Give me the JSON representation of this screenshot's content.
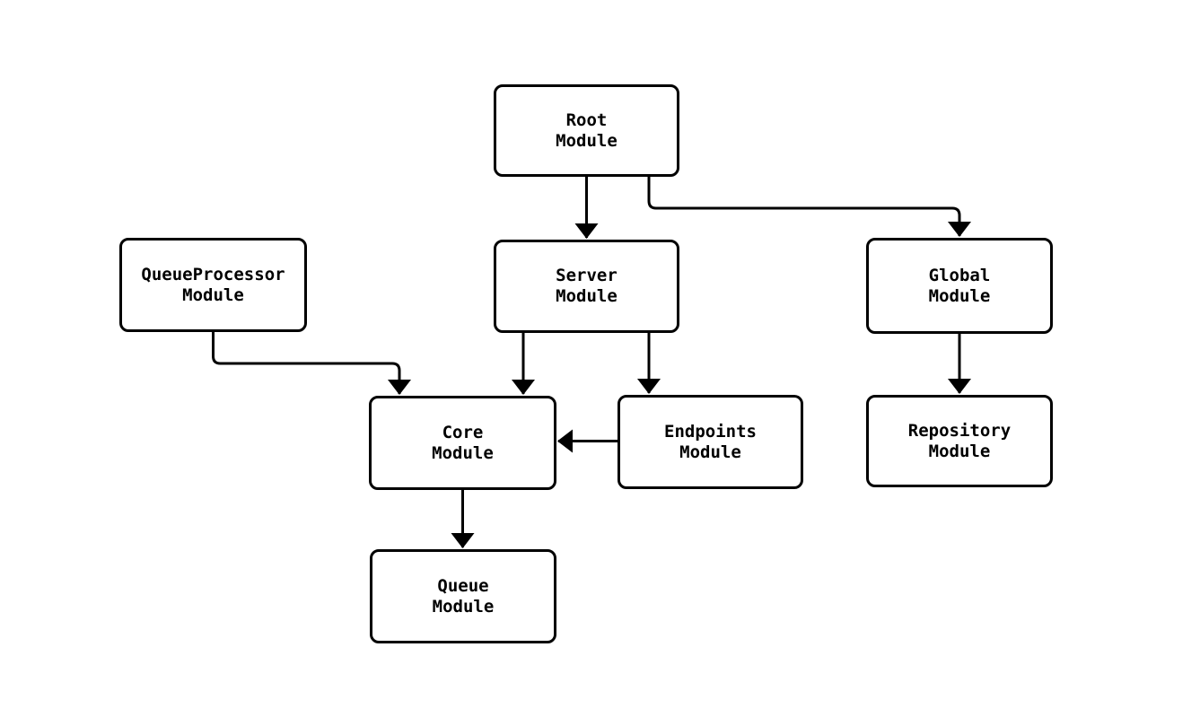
{
  "diagram": {
    "type": "module-dependency-graph",
    "background_color": "#ffffff",
    "node_border_color": "#000000",
    "node_fill_color": "#ffffff",
    "edge_color": "#000000",
    "text_color": "#000000",
    "nodes": {
      "root": {
        "label": "Root\nModule"
      },
      "queueprocessor": {
        "label": "QueueProcessor\nModule"
      },
      "server": {
        "label": "Server\nModule"
      },
      "global": {
        "label": "Global\nModule"
      },
      "core": {
        "label": "Core\nModule"
      },
      "endpoints": {
        "label": "Endpoints\nModule"
      },
      "repository": {
        "label": "Repository\nModule"
      },
      "queue": {
        "label": "Queue\nModule"
      }
    },
    "edges": [
      {
        "from": "root",
        "to": "server"
      },
      {
        "from": "root",
        "to": "global"
      },
      {
        "from": "queueprocessor",
        "to": "core"
      },
      {
        "from": "server",
        "to": "core"
      },
      {
        "from": "server",
        "to": "endpoints"
      },
      {
        "from": "endpoints",
        "to": "core"
      },
      {
        "from": "global",
        "to": "repository"
      },
      {
        "from": "core",
        "to": "queue"
      }
    ]
  }
}
